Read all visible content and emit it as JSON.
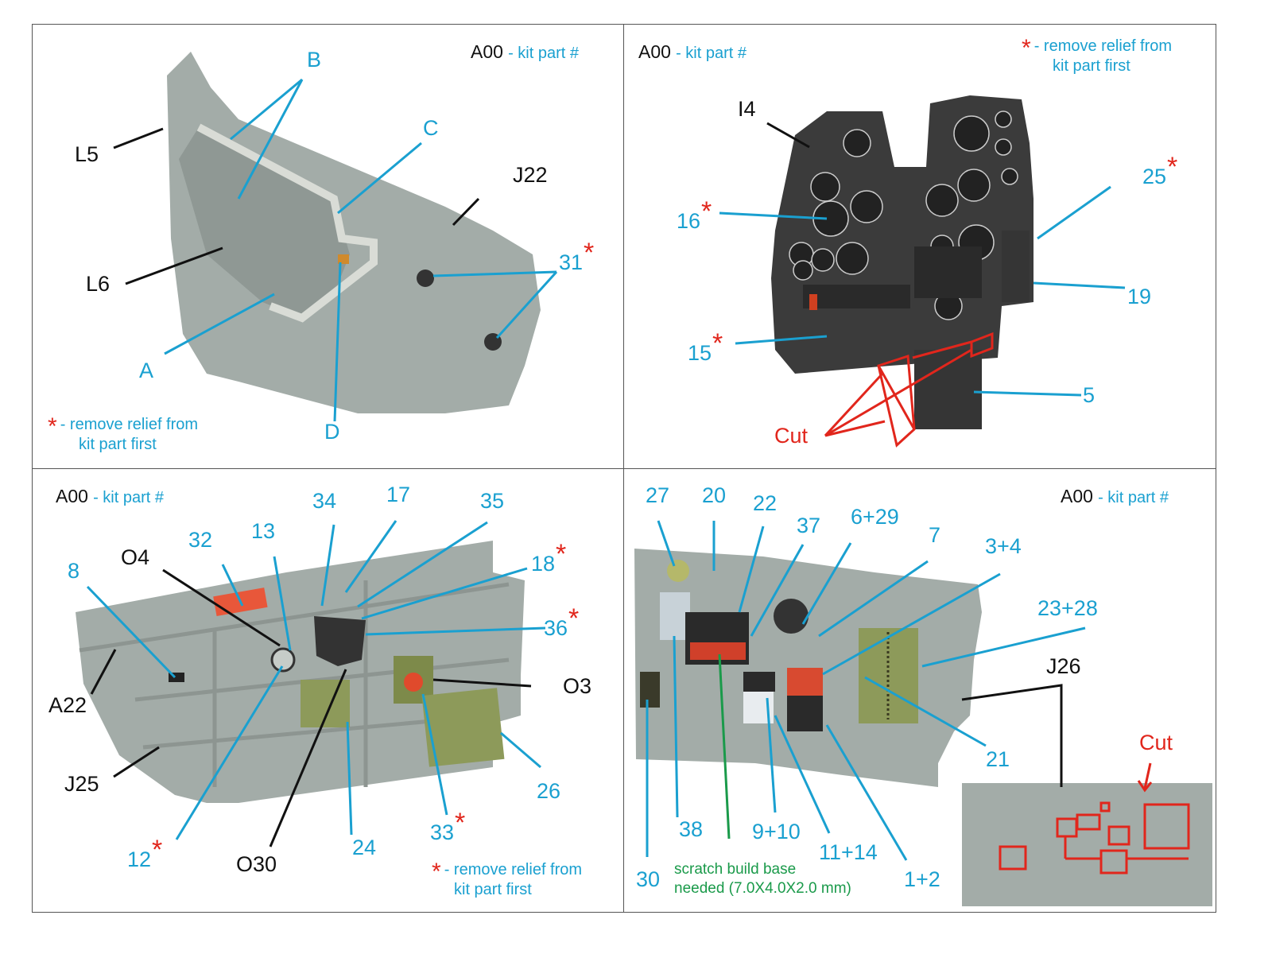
{
  "legend": {
    "kit_part_code": "A00",
    "kit_part_desc": "- kit part #",
    "remove_relief_star": "*",
    "remove_relief_line1": "- remove relief from",
    "remove_relief_line2": "kit part first"
  },
  "panels": {
    "seat": {
      "labels_blue": [
        "B",
        "C",
        "A",
        "D",
        "31"
      ],
      "labels_black": [
        "L5",
        "J22",
        "L6"
      ],
      "starred": [
        "31"
      ]
    },
    "instrument_panel": {
      "labels_black": [
        "I4"
      ],
      "labels_blue": [
        "16",
        "25",
        "15",
        "19",
        "5"
      ],
      "starred": [
        "16",
        "25",
        "15"
      ],
      "cut_label": "Cut"
    },
    "left_console": {
      "labels_blue": [
        "34",
        "17",
        "35",
        "32",
        "13",
        "18",
        "8",
        "36",
        "12",
        "24",
        "33",
        "26"
      ],
      "labels_black": [
        "O4",
        "A22",
        "O3",
        "J25",
        "O30"
      ],
      "starred": [
        "18",
        "36",
        "12",
        "33"
      ]
    },
    "right_console": {
      "labels_blue": [
        "27",
        "20",
        "22",
        "37",
        "6+29",
        "7",
        "3+4",
        "23+28",
        "21",
        "30",
        "38",
        "9+10",
        "11+14",
        "1+2"
      ],
      "labels_black": [
        "J26"
      ],
      "cut_label": "Cut",
      "scratch_note_line1": "scratch build base",
      "scratch_note_line2": "needed (7.0X4.0X2.0 mm)"
    }
  },
  "colors": {
    "label_blue": "#1aa0d0",
    "label_black": "#111111",
    "star_red": "#e1261c",
    "note_green": "#1a9a4a",
    "resin_grey": "#a3aca8",
    "panel_dark": "#3b3b3b",
    "olive": "#8d9a5a"
  }
}
